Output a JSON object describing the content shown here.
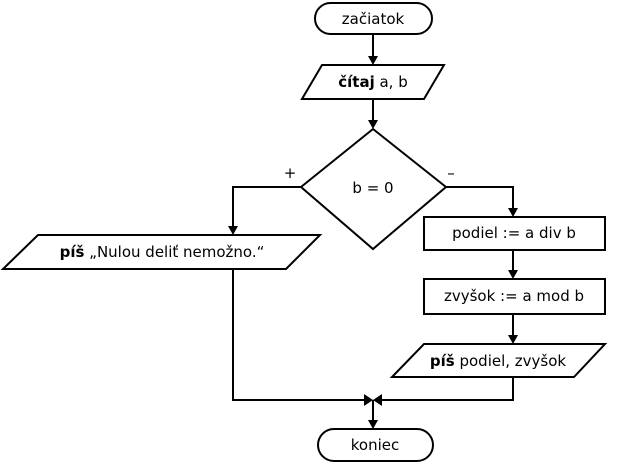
{
  "flowchart": {
    "start": {
      "label": "začiatok"
    },
    "input": {
      "keyword": "čítaj",
      "args": " a, b"
    },
    "decision": {
      "condition": "b = 0",
      "yes_label": "+",
      "no_label": "–"
    },
    "error_output": {
      "keyword": "píš",
      "args": " „Nulou deliť nemožno.“"
    },
    "quotient": {
      "label": "podiel := a div b"
    },
    "remainder": {
      "label": "zvyšok := a mod b"
    },
    "result_output": {
      "keyword": "píš",
      "args": " podiel, zvyšok"
    },
    "end": {
      "label": "koniec"
    }
  },
  "colors": {
    "stroke": "#000000",
    "fill": "#ffffff"
  }
}
